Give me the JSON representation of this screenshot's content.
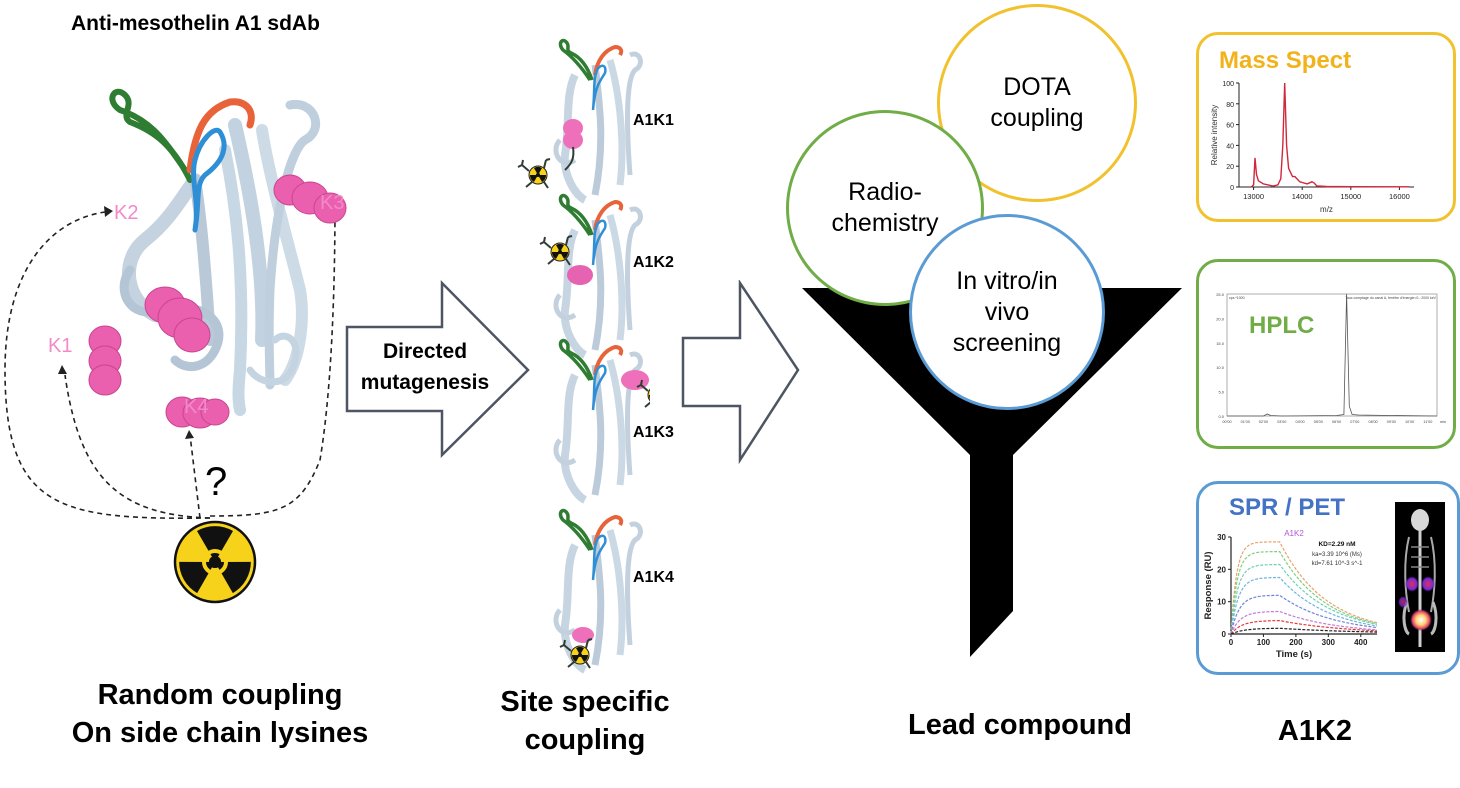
{
  "left": {
    "title": "Anti-mesothelin A1 sdAb",
    "lysines": [
      "K1",
      "K2",
      "K3",
      "K4"
    ],
    "question_mark": "?",
    "bottom_label_line1": "Random coupling",
    "bottom_label_line2": "On side chain lysines",
    "radiation_icon": "radiation-icon"
  },
  "arrow1": {
    "label_line1": "Directed",
    "label_line2": "mutagenesis"
  },
  "middle": {
    "variants": [
      "A1K1",
      "A1K2",
      "A1K3",
      "A1K4"
    ],
    "bottom_label_line1": "Site specific",
    "bottom_label_line2": "coupling"
  },
  "funnel": {
    "circles": [
      {
        "line1": "DOTA",
        "line2": "coupling",
        "color": "#f2c12e"
      },
      {
        "line1": "Radio-",
        "line2": "chemistry",
        "color": "#70ad47"
      },
      {
        "line1": "In vitro/in",
        "line2": "vivo",
        "line3": "screening",
        "color": "#5b9bd5"
      }
    ],
    "bottom_label": "Lead compound"
  },
  "right": {
    "panels": [
      {
        "title": "Mass Spect",
        "color": "#f2c12e"
      },
      {
        "title": "HPLC",
        "color": "#70ad47"
      },
      {
        "title": "SPR / PET",
        "color": "#5b9bd5"
      }
    ],
    "bottom_label": "A1K2"
  },
  "chart_data": [
    {
      "type": "line",
      "title": "Mass Spect",
      "xlabel": "m/z",
      "ylabel": "Relative intensity",
      "xlim": [
        12700,
        16300
      ],
      "ylim": [
        0,
        100
      ],
      "xticks": [
        13000,
        14000,
        15000,
        16000
      ],
      "yticks": [
        0,
        20,
        40,
        60,
        80,
        100
      ],
      "series": [
        {
          "name": "spectrum",
          "color": "#d0273c",
          "x": [
            12950,
            13000,
            13030,
            13060,
            13100,
            13200,
            13300,
            13400,
            13500,
            13560,
            13600,
            13640,
            13680,
            13720,
            13800,
            13850,
            13950,
            14100,
            14200,
            14240,
            14300,
            14500,
            15000,
            16200
          ],
          "y": [
            0,
            2,
            28,
            12,
            6,
            3,
            2,
            1,
            2,
            8,
            40,
            100,
            40,
            18,
            10,
            10,
            5,
            3,
            5,
            4,
            1,
            0.5,
            0.3,
            0.2
          ]
        }
      ]
    },
    {
      "type": "line",
      "title": "HPLC",
      "header_left": "cps *1000",
      "header_right": "Taux comptage du canal A, fenêtre d'énergie=0...2000 keV",
      "xlabel": "min",
      "ylim": [
        0,
        25
      ],
      "yticks": [
        "0.0",
        "5.0",
        "10.0",
        "15.0",
        "20.0",
        "25.0"
      ],
      "xticks": [
        "00'00",
        "01'00",
        "02'00",
        "03'00",
        "04'00",
        "05'00",
        "06'00",
        "07'00",
        "08'00",
        "09'00",
        "10'00",
        "11'00"
      ],
      "series": [
        {
          "name": "radio-trace",
          "color": "#555555",
          "x": [
            0,
            2.0,
            2.2,
            2.4,
            3.0,
            6.0,
            6.4,
            6.55,
            6.7,
            6.85,
            7.2,
            9.0,
            11.5
          ],
          "y": [
            0,
            0,
            0.4,
            0.1,
            0,
            0.1,
            0.3,
            25,
            2,
            0.3,
            0.2,
            0.1,
            0
          ]
        }
      ]
    },
    {
      "type": "line",
      "title": "SPR / PET",
      "subtitle": "A1K2",
      "annotations": [
        "KD=2.29 nM",
        "ka=3.39 10^6 (Ms)",
        "kd=7.61 10^-3 s^-1"
      ],
      "xlabel": "Time (s)",
      "ylabel": "Response (RU)",
      "xlim": [
        0,
        450
      ],
      "ylim": [
        0,
        30
      ],
      "xticks": [
        0,
        100,
        200,
        300,
        400
      ],
      "yticks": [
        0,
        10,
        20,
        30
      ],
      "association_end_s": 150,
      "series": [
        {
          "name": "c1",
          "color": "#e8a36a",
          "plateau": 28.5,
          "end": 3.5
        },
        {
          "name": "c2",
          "color": "#7fcf7a",
          "plateau": 25.5,
          "end": 3.2
        },
        {
          "name": "c3",
          "color": "#6fd0b3",
          "plateau": 21.5,
          "end": 3.0
        },
        {
          "name": "c4",
          "color": "#6fb3e0",
          "plateau": 17.5,
          "end": 2.5
        },
        {
          "name": "c5",
          "color": "#6f84d6",
          "plateau": 12.0,
          "end": 2.0
        },
        {
          "name": "c6",
          "color": "#c77ad6",
          "plateau": 7.0,
          "end": 1.3
        },
        {
          "name": "c7",
          "color": "#e03a3a",
          "plateau": 4.2,
          "end": 1.0
        },
        {
          "name": "c8",
          "color": "#222222",
          "plateau": 1.8,
          "end": 0.6
        }
      ]
    }
  ]
}
